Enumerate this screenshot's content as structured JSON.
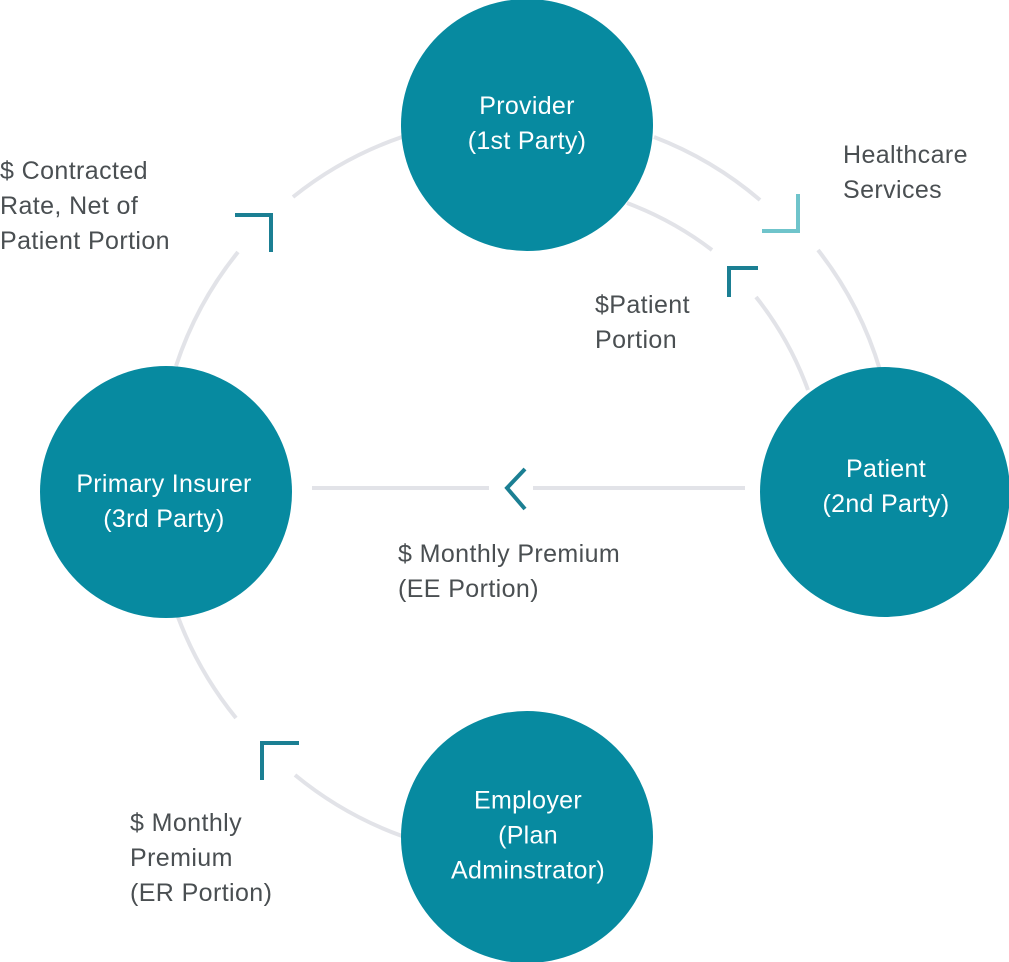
{
  "colors": {
    "node_fill": "#078aa0",
    "connector": "#e2e3e8",
    "arrow_dark": "#1b7f93",
    "arrow_light": "#6fc4cb",
    "flow_text": "#4a4f52",
    "node_text": "#ffffff"
  },
  "nodes": [
    {
      "id": "provider",
      "lines": [
        "Provider",
        "(1st Party)"
      ]
    },
    {
      "id": "patient",
      "lines": [
        "Patient",
        "(2nd Party)"
      ]
    },
    {
      "id": "insurer",
      "lines": [
        "Primary Insurer",
        "(3rd Party)"
      ]
    },
    {
      "id": "employer",
      "lines": [
        "Employer",
        "(Plan",
        "Adminstrator)"
      ]
    }
  ],
  "flows": [
    {
      "id": "contracted-rate",
      "from": "insurer",
      "to": "provider",
      "arrow_icon": "corner-arrow-icon",
      "lines": [
        "$ Contracted",
        "Rate, Net of",
        "Patient Portion"
      ]
    },
    {
      "id": "healthcare-services",
      "from": "provider",
      "to": "patient",
      "arrow_icon": "corner-arrow-icon",
      "lines": [
        "Healthcare",
        "Services"
      ]
    },
    {
      "id": "patient-portion",
      "from": "patient",
      "to": "provider",
      "arrow_icon": "corner-arrow-icon",
      "lines": [
        "$Patient",
        "Portion"
      ]
    },
    {
      "id": "monthly-premium-ee",
      "from": "patient",
      "to": "insurer",
      "arrow_icon": "chevron-left-icon",
      "lines": [
        "$ Monthly Premium",
        "(EE Portion)"
      ]
    },
    {
      "id": "monthly-premium-er",
      "from": "employer",
      "to": "insurer",
      "arrow_icon": "corner-arrow-icon",
      "lines": [
        "$ Monthly",
        "Premium",
        "(ER Portion)"
      ]
    }
  ]
}
